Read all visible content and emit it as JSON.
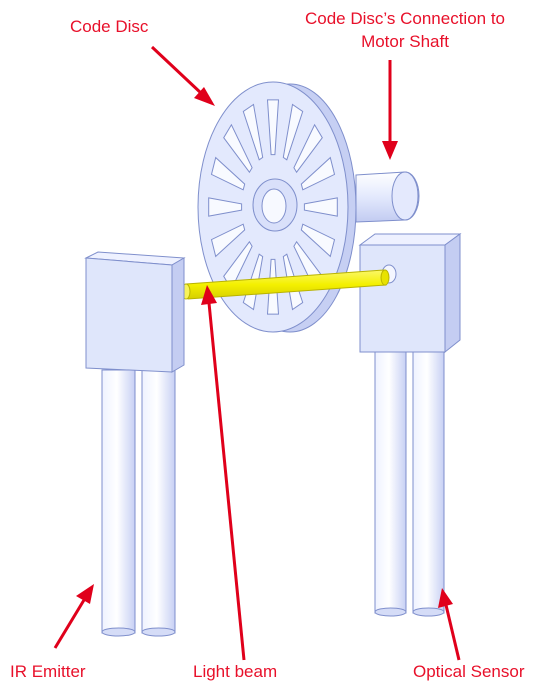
{
  "labels": {
    "code_disc": "Code Disc",
    "connection_line1": "Code Disc’s Connection to",
    "connection_line2": "Motor Shaft",
    "ir_emitter": "IR Emitter",
    "light_beam": "Light beam",
    "optical_sensor": "Optical Sensor"
  },
  "colors": {
    "label_text": "#e8102a",
    "arrow": "#e0001b",
    "part_fill": "#dfe6fb",
    "part_shade": "#c6cff3",
    "part_dark": "#aab5e6",
    "outline": "#7f8fcc",
    "beam": "#f4f000",
    "beam_shade": "#d6cf00"
  },
  "icons": {
    "arrow": "red-arrow-icon",
    "disc": "code-disc-icon"
  }
}
